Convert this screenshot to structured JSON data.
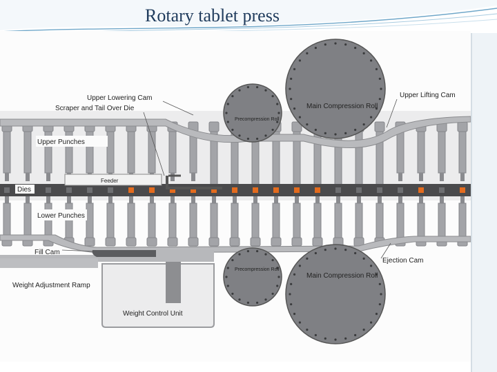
{
  "slide": {
    "title": "Rotary tablet press"
  },
  "labels": {
    "upper_lowering_cam": "Upper  Lowering Cam",
    "scraper_tail": "Scraper and Tail Over Die",
    "upper_punches": "Upper Punches",
    "feeder": "Feeder",
    "dies": "Dies",
    "lower_punches": "Lower Punches",
    "fill_cam": "Fill Cam",
    "weight_adjustment_ramp": "Weight Adjustment Ramp",
    "weight_control_unit": "Weight Control Unit",
    "upper_lifting_cam": "Upper  Lifting Cam",
    "ejection_cam": "Ejection Cam",
    "upper_precompression_roll": "Precompression Roll",
    "upper_main_compression_roll": "Main Compression Roll",
    "lower_precompression_roll": "Precompression Roll",
    "lower_main_compression_roll": "Main Compression Roll"
  },
  "colors": {
    "title": "#1f3b5c",
    "roll_fill": "#7f8084",
    "punch_fill": "#a3a4a8",
    "die_band": "#4a4a4c",
    "powder": "#e36b1e",
    "background": "#ffffff"
  }
}
